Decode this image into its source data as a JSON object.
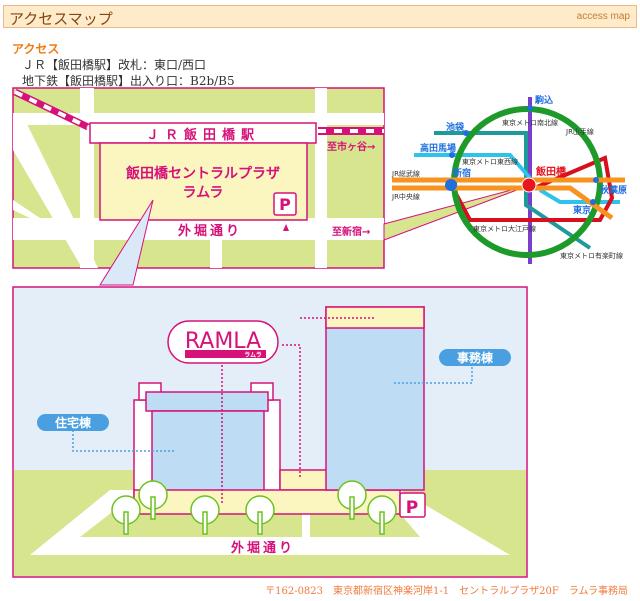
{
  "header": {
    "title": "アクセスマップ",
    "subtitle": "access map"
  },
  "access": {
    "heading": "アクセス",
    "jr_line": "ＪＲ【飯田橋駅】改札：東口/西口",
    "subway_line": "地下鉄【飯田橋駅】出入り口：B2b/B5"
  },
  "area_map": {
    "station": "ＪＲ飯田橋駅",
    "building_line1": "飯田橋セントラルプラザ",
    "building_line2": "ラムラ",
    "street": "外堀通り",
    "to_ichigaya": "至市ヶ谷→",
    "to_shinjuku": "至新宿→",
    "parking": "P"
  },
  "route_map": {
    "stations": {
      "komagome": "駒込",
      "ikebukuro": "池袋",
      "takadanobaba": "高田馬場",
      "shinjuku": "新宿",
      "iidabashi": "飯田橋",
      "akihabara": "秋葉原",
      "tokyo": "東京"
    },
    "lines": {
      "namboku": "東京メトロ南北線",
      "yamanote": "JR山手線",
      "tozai": "東京メトロ東西線",
      "sobu": "JR総武線",
      "chuo": "JR中央線",
      "oedo": "東京メトロ大江戸線",
      "yurakucho": "東京メトロ有楽町線"
    },
    "colors": {
      "yamanote": "#1e9a2a",
      "namboku": "#7a3fc8",
      "tozai": "#2ec4ea",
      "yurakucho": "#1f9a9a",
      "sobu": "#f7931e",
      "oedo": "#d8101e",
      "station_marker": "#1f6fe0",
      "iidabashi_marker": "#e8141e"
    }
  },
  "building_view": {
    "logo": "RAMLA",
    "logo_sub": "ラムラ",
    "residential": "住宅棟",
    "office": "事務棟",
    "street": "外堀通り",
    "parking": "P"
  },
  "footer": {
    "address": "〒162-0823　東京都新宿区神楽河岸1-1　セントラルプラザ20F　ラムラ事務局"
  },
  "colors": {
    "accent": "#d6127a",
    "green": "#d7e58e",
    "sky": "#e4eef8"
  }
}
